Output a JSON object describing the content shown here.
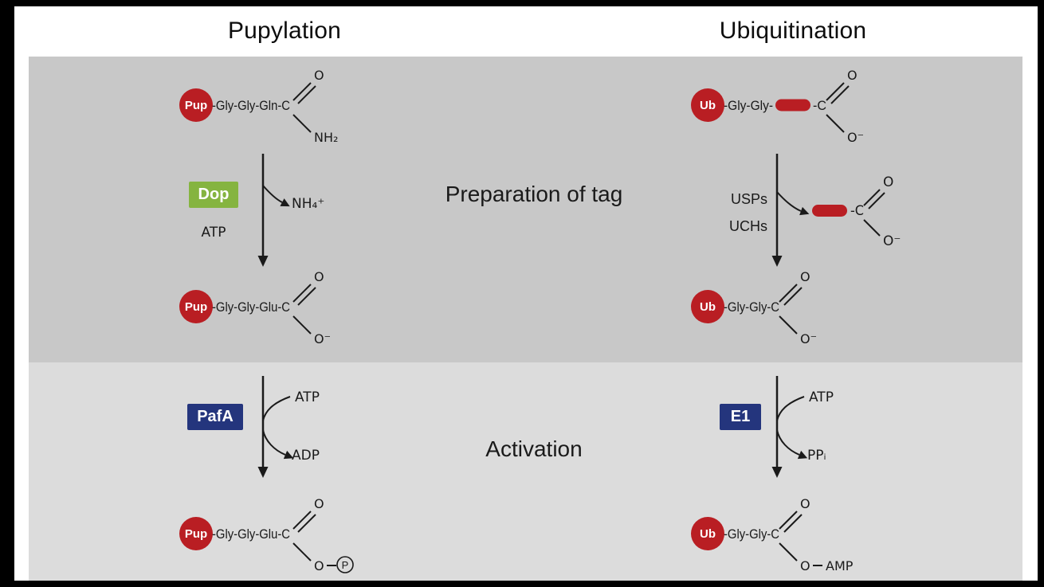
{
  "colors": {
    "frame": "#000000",
    "panel": "#ffffff",
    "band_top": "#c8c8c8",
    "band_bottom": "#dcdcdc",
    "tag_red": "#b91e23",
    "dop_green": "#85b440",
    "enzyme_blue": "#24357d",
    "ink": "#1a1a1a"
  },
  "headers": {
    "left": "Pupylation",
    "right": "Ubiquitination"
  },
  "stages": {
    "top": "Preparation of tag",
    "bottom": "Activation"
  },
  "pupylation": {
    "molecule_amide": {
      "tag": "Pup",
      "chain": "-Gly-Gly-Gln-C",
      "oxygen": "O",
      "group": "NH₂"
    },
    "deamidation": {
      "enzyme": "Dop",
      "cofactor": "ATP",
      "byproduct": "NH₄⁺"
    },
    "molecule_carboxylate": {
      "tag": "Pup",
      "chain": "-Gly-Gly-Glu-C",
      "oxygen": "O",
      "group": "O⁻"
    },
    "activation": {
      "enzyme": "PafA",
      "input": "ATP",
      "output": "ADP"
    },
    "molecule_phospho": {
      "tag": "Pup",
      "chain": "-Gly-Gly-Glu-C",
      "oxygen": "O",
      "link": "O",
      "phosphate": "P"
    }
  },
  "ubiquitination": {
    "molecule_precursor": {
      "tag": "Ub",
      "chain_prefix": "-Gly-Gly-",
      "chain_suffix": "-C",
      "oxygen": "O",
      "group": "O⁻"
    },
    "processing": {
      "enzymes": [
        "USPs",
        "UCHs"
      ],
      "cleaved_fragment": {
        "suffix": "-C",
        "oxygen": "O",
        "group": "O⁻"
      }
    },
    "molecule_carboxylate": {
      "tag": "Ub",
      "chain": "-Gly-Gly-C",
      "oxygen": "O",
      "group": "O⁻"
    },
    "activation": {
      "enzyme": "E1",
      "input": "ATP",
      "output": "PPᵢ"
    },
    "molecule_adenylate": {
      "tag": "Ub",
      "chain": "-Gly-Gly-C",
      "oxygen": "O",
      "link": "O",
      "group": "AMP"
    }
  }
}
